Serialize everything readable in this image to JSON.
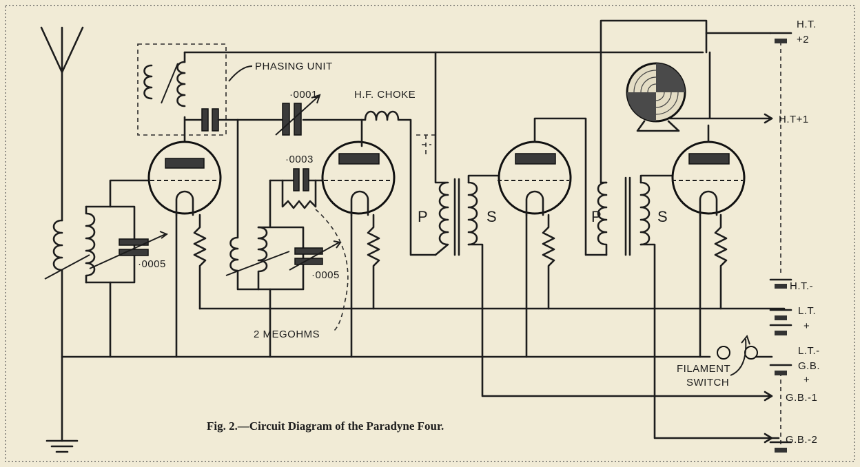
{
  "caption": "Fig. 2.—Circuit Diagram of the Paradyne Four.",
  "labels": {
    "phasing_unit": "PHASING UNIT",
    "cap_0001": "·0001",
    "hf_choke": "H.F. CHOKE",
    "cap_0003": "·0003",
    "cap_0005_a": "·0005",
    "cap_0005_b": "·0005",
    "megohms": "2 MEGOHMS",
    "transformer1_p": "P",
    "transformer1_s": "S",
    "transformer2_p": "P",
    "transformer2_s": "S",
    "filament_switch_1": "FILAMENT",
    "filament_switch_2": "SWITCH"
  },
  "terminals": {
    "ht_plus2_a": "H.T.",
    "ht_plus2_b": "+2",
    "ht_plus1": "H.T+1",
    "ht_minus": "H.T.-",
    "lt_plus_a": "L.T.",
    "lt_plus_b": "+",
    "lt_minus": "L.T.-",
    "gb_plus_a": "G.B.",
    "gb_plus_b": "+",
    "gb_minus1": "G.B.-1",
    "gb_minus2": "G.B.-2"
  }
}
